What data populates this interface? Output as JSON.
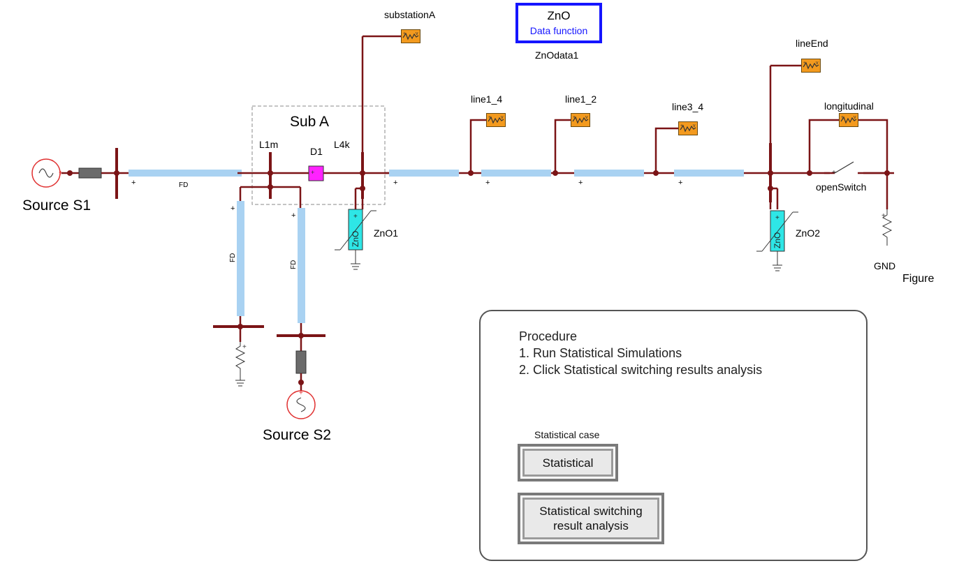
{
  "labels": {
    "substationA": "substationA",
    "znodata1": "ZnOdata1",
    "lineEnd": "lineEnd",
    "line1_4": "line1_4",
    "line1_2": "line1_2",
    "line3_4": "line3_4",
    "longitudinal": "longitudinal",
    "subA": "Sub A",
    "l1m": "L1m",
    "d1": "D1",
    "l4k": "L4k",
    "fd": "FD",
    "source_s1": "Source S1",
    "source_s2": "Source S2",
    "zno1": "ZnO1",
    "zno2": "ZnO2",
    "zno_tag": "ZnO",
    "openSwitch": "openSwitch",
    "gnd": "GND",
    "figure": "Figure",
    "plus": "+"
  },
  "zno_block": {
    "title": "ZnO",
    "subtitle": "Data function"
  },
  "procedure": {
    "heading": "Procedure",
    "steps": [
      "1. Run Statistical Simulations",
      "2. Click Statistical switching results analysis"
    ]
  },
  "statistical": {
    "caption": "Statistical case",
    "button_label": "Statistical",
    "analysis_line1": "Statistical switching",
    "analysis_line2": "result analysis"
  },
  "colors": {
    "wire": "#7b1416",
    "line": "#a9d2f2",
    "meter": "#f39a1e",
    "arrester": "#2ee6e6",
    "diode": "#ff22ff",
    "source": "#e03030",
    "resistor_block": "#6b6b6b",
    "zno_border": "#1515ff"
  }
}
